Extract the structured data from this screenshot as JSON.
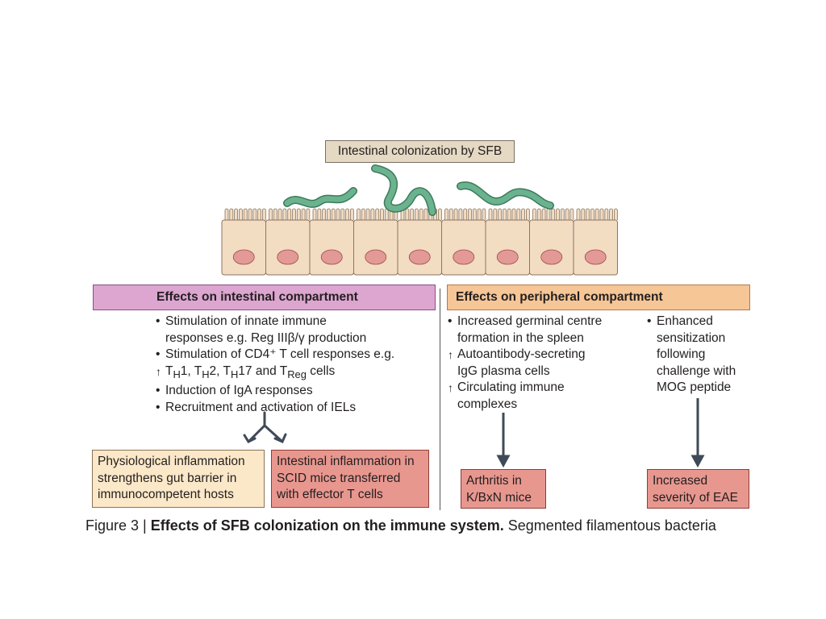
{
  "diagram": {
    "top_label": "Intestinal colonization by SFB",
    "intestinal": {
      "header": "Effects on intestinal compartment",
      "items": [
        {
          "kind": "bullet",
          "text": "Stimulation of innate immune"
        },
        {
          "kind": "cont",
          "text": "responses e.g. Reg IIIβ/γ production"
        },
        {
          "kind": "bullet",
          "text": "Stimulation of CD4⁺ T cell responses e.g."
        },
        {
          "kind": "arrow",
          "text": "TH1, TH2, TH17 and TReg cells"
        },
        {
          "kind": "bullet",
          "text": "Induction of IgA responses"
        },
        {
          "kind": "bullet",
          "text": "Recruitment and activation of IELs"
        }
      ],
      "outcome_left": "Physiological inflammation strengthens gut barrier in immunocompetent hosts",
      "outcome_right": "Intestinal inflammation in SCID mice transferred with effector T cells"
    },
    "peripheral": {
      "header": "Effects on peripheral compartment",
      "col1": [
        {
          "kind": "bullet",
          "text": "Increased germinal centre"
        },
        {
          "kind": "cont",
          "text": "formation in the spleen"
        },
        {
          "kind": "arrow",
          "text": "Autoantibody-secreting"
        },
        {
          "kind": "cont",
          "text": "IgG plasma cells"
        },
        {
          "kind": "arrow",
          "text": "Circulating immune"
        },
        {
          "kind": "cont",
          "text": "complexes"
        }
      ],
      "col2": [
        {
          "kind": "bullet",
          "text": "Enhanced"
        },
        {
          "kind": "cont",
          "text": "sensitization"
        },
        {
          "kind": "cont",
          "text": "following"
        },
        {
          "kind": "cont",
          "text": "challenge with"
        },
        {
          "kind": "cont",
          "text": "MOG peptide"
        }
      ],
      "outcome1": "Arthritis in K/BxN mice",
      "outcome2": "Increased severity of EAE"
    },
    "colors": {
      "cell_fill": "#f2dcc2",
      "nucleus": "#e39a96",
      "bacteria": "#6bb38f",
      "arrow": "#3f4a57"
    }
  },
  "caption": {
    "prefix": "Figure 3 | ",
    "bold": "Effects of SFB colonization on the immune system.",
    "rest": " Segmented filamentous bacteria"
  }
}
